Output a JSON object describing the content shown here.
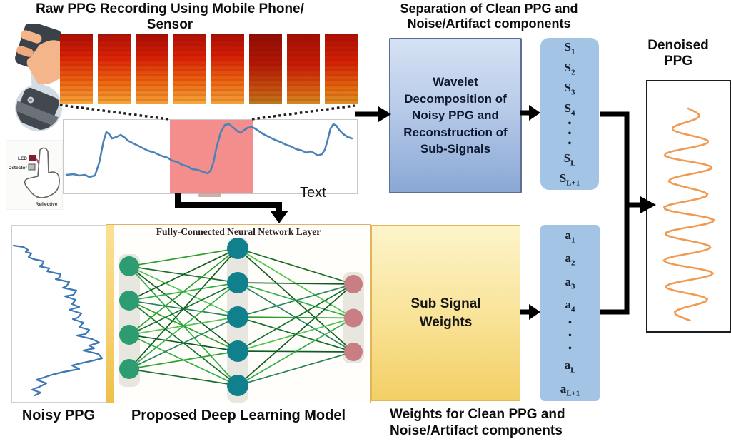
{
  "colors": {
    "strip_top": "#a90f04",
    "strip_bottom": "#f6a73c",
    "raw_wave": "#4d82b8",
    "artifact_highlight": "#f48e8c",
    "wavelet_box_top": "#d6e2f4",
    "wavelet_box_bottom": "#8aa7d5",
    "signal_column_bg": "#a4c4e6",
    "weights_box_top": "#fdf4cb",
    "weights_box_bottom": "#f3cf66",
    "input_node": "#2d9c72",
    "hidden_node": "#11808d",
    "output_node": "#c87e82",
    "layer_strip": "#e7e7df",
    "edge_greens": [
      "#2ca02c",
      "#17702d",
      "#52c452",
      "#0e5c22",
      "#35ad47",
      "#27845f"
    ],
    "noisy_wave": "#3d78b4",
    "denoised_wave": "#f09a52",
    "arrow": "#000000"
  },
  "raw_section": {
    "title": "Raw PPG Recording Using Mobile Phone/\nSensor",
    "text_label": "Text",
    "sensor_diagram": {
      "led": "LED",
      "detector": "Detector",
      "reflective": "Reflective"
    }
  },
  "separation_section": {
    "heading": "Separation of Clean PPG and\nNoise/Artifact components",
    "wavelet_box_label": "Wavelet\nDecomposition of\nNoisy PPG and\nReconstruction of\nSub-Signals",
    "sub_signals": [
      {
        "b": "S",
        "s": "1"
      },
      {
        "b": "S",
        "s": "2"
      },
      {
        "b": "S",
        "s": "3"
      },
      {
        "b": "S",
        "s": "4"
      },
      {
        "b": "•",
        "s": ""
      },
      {
        "b": "•",
        "s": ""
      },
      {
        "b": "•",
        "s": ""
      },
      {
        "b": "S",
        "s": "L"
      },
      {
        "b": "S",
        "s": "L+1"
      }
    ]
  },
  "weights_section": {
    "heading": "Weights for Clean PPG and\nNoise/Artifact components",
    "weights_box_label": "Sub Signal\nWeights",
    "weight_values": [
      {
        "b": "a",
        "s": "1"
      },
      {
        "b": "a",
        "s": "2"
      },
      {
        "b": "a",
        "s": "3"
      },
      {
        "b": "a",
        "s": "4"
      },
      {
        "b": "•",
        "s": ""
      },
      {
        "b": "•",
        "s": ""
      },
      {
        "b": "•",
        "s": ""
      },
      {
        "b": "a",
        "s": "L"
      },
      {
        "b": "a",
        "s": "L+1"
      }
    ]
  },
  "model_section": {
    "noisy_ppg_label": "Noisy PPG",
    "model_label": "Proposed Deep Learning Model",
    "network_caption": "Fully-Connected Neural Network  Layer",
    "network": {
      "input_nodes": 4,
      "hidden_nodes": 5,
      "output_nodes": 3
    }
  },
  "denoised_section": {
    "title": "Denoised\nPPG"
  }
}
